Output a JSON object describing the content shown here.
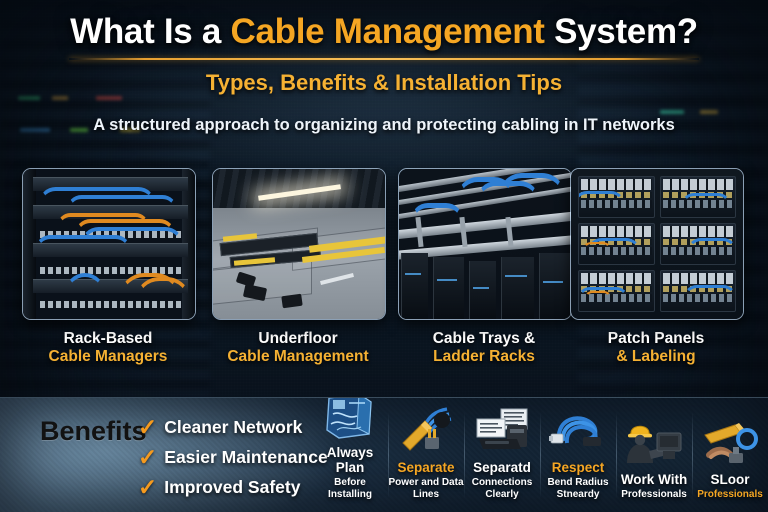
{
  "header": {
    "title_part1": "What Is a ",
    "title_accent": "Cable Management",
    "title_part2": " System?",
    "subtitle": "Types, Benefits & Installation Tips",
    "tagline": "A structured approach to organizing and protecting cabling in IT networks"
  },
  "cards": [
    {
      "line1": "Rack-Based",
      "line2": "Cable Managers",
      "image": "server-rack-patch-cables"
    },
    {
      "line1": "Underfloor",
      "line2": "Cable Management",
      "image": "raised-floor-cable-trench"
    },
    {
      "line1": "Cable Trays &",
      "line2": "Ladder Racks",
      "image": "overhead-ladder-rack-datacenter"
    },
    {
      "line1": "Patch Panels",
      "line2": "& Labeling",
      "image": "patch-panel-grid"
    }
  ],
  "benefits": {
    "title": "Benefits",
    "check_glyph": "✓",
    "items": [
      "Cleaner Network",
      "Easier Maintenance",
      "Improved Safety"
    ]
  },
  "tips": [
    {
      "line1": "Always Plan",
      "line2": "Before Installing",
      "line1_color": "white",
      "line2_color": "white",
      "icon": "blueprint-plan-icon"
    },
    {
      "line1": "Separate",
      "line2": "Power and Data Lines",
      "line1_color": "orange",
      "line2_color": "white",
      "icon": "cable-splitter-icon"
    },
    {
      "line1": "Separatd",
      "line2": "Connections Clearly",
      "line1_color": "white",
      "line2_color": "white",
      "icon": "label-printer-icon"
    },
    {
      "line1": "Respect",
      "line2": "Bend Radius Stneardy",
      "line1_color": "orange",
      "line2_color": "white",
      "icon": "bend-radius-cable-icon"
    },
    {
      "line1": "Work With",
      "line2": "Professionals",
      "line1_color": "white",
      "line2_color": "white",
      "icon": "technician-hardhat-icon"
    },
    {
      "line1": "SLoor",
      "line2": "Professionals",
      "line1_color": "white",
      "line2_color": "orange",
      "icon": "crimp-tool-icon"
    }
  ],
  "colors": {
    "accent_gold": "#f5a623",
    "title_white": "#ffffff",
    "band_light": "#56748c",
    "band_dark": "#152636",
    "cable_blue": "#2f7fd4",
    "cable_orange": "#e08a20"
  }
}
